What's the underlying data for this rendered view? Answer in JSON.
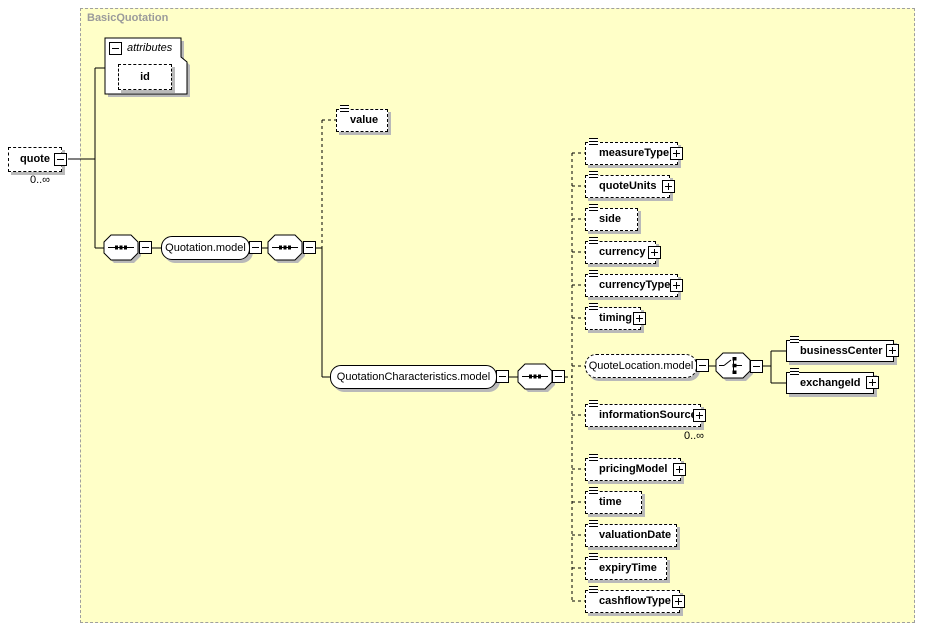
{
  "group": {
    "title": "BasicQuotation"
  },
  "root_element": {
    "label": "quote",
    "multiplicity": "0..∞"
  },
  "attributes_panel": {
    "label": "attributes",
    "attributes": [
      {
        "label": "id"
      }
    ]
  },
  "model_groups": {
    "quotation": {
      "label": "Quotation.model"
    },
    "quotation_characteristics": {
      "label": "QuotationCharacteristics.model"
    },
    "quote_location": {
      "label": "QuoteLocation.model"
    }
  },
  "elements": {
    "value": {
      "label": "value"
    },
    "measure_type": {
      "label": "measureType"
    },
    "quote_units": {
      "label": "quoteUnits"
    },
    "side": {
      "label": "side"
    },
    "currency": {
      "label": "currency"
    },
    "currency_type": {
      "label": "currencyType"
    },
    "timing": {
      "label": "timing"
    },
    "business_center": {
      "label": "businessCenter"
    },
    "exchange_id": {
      "label": "exchangeId"
    },
    "information_source": {
      "label": "informationSource",
      "multiplicity": "0..∞"
    },
    "pricing_model": {
      "label": "pricingModel"
    },
    "time": {
      "label": "time"
    },
    "valuation_date": {
      "label": "valuationDate"
    },
    "expiry_time": {
      "label": "expiryTime"
    },
    "cashflow_type": {
      "label": "cashflowType"
    }
  },
  "icons": {
    "sequence": "sequence-compositor",
    "choice": "choice-compositor",
    "collapse": "minus",
    "expand": "plus",
    "simple_content": "text-lines"
  },
  "colors": {
    "canvas_bg": "#ffffff",
    "group_bg": "#ffffc8",
    "group_border": "#9f9f9f",
    "group_title": "#9b9b9b",
    "box_border": "#000000",
    "shadow": "#b9b9b9",
    "line": "#000000",
    "text": "#000000"
  }
}
